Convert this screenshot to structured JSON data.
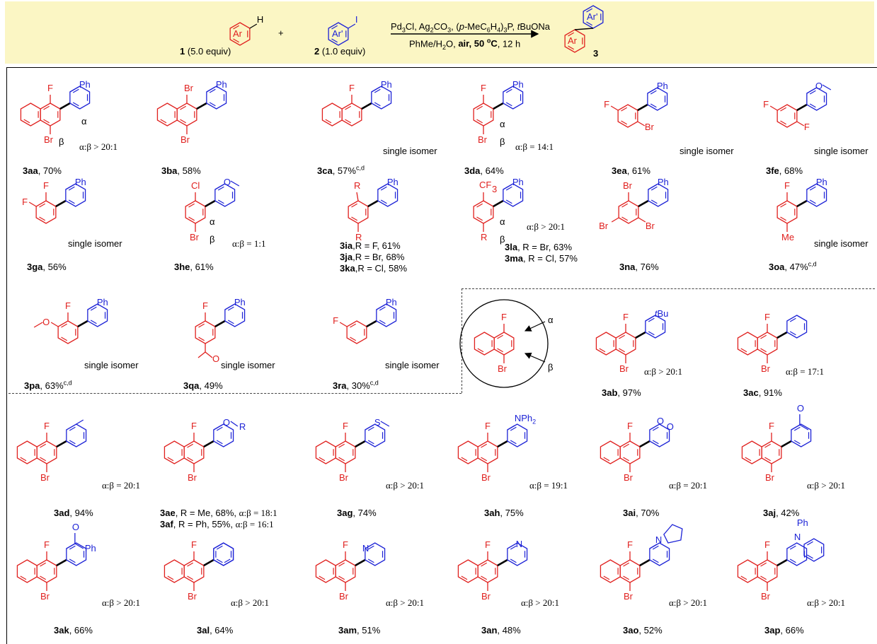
{
  "colors": {
    "reactant_ar": "#e0201e",
    "reactant_arp": "#1c22d6",
    "header_bg": "#fbf6c4",
    "text": "#000000"
  },
  "header": {
    "ar": "Ar",
    "arp": "Ar'",
    "H": "H",
    "I": "I",
    "plus": "+",
    "r1": {
      "num": "1",
      "equiv": "(5.0 equiv)"
    },
    "r2": {
      "num": "2",
      "equiv": "(1.0 equiv)"
    },
    "product": "3",
    "cond1": {
      "a": "Pd",
      "b": "3",
      "c": "Cl, Ag",
      "d": "2",
      "e": "CO",
      "f": "3",
      "g": ", (",
      "h": "p",
      "i": "-MeC",
      "j": "6",
      "k": "H",
      "l": "4",
      "m": ")",
      "n": "3",
      "o": "P, ",
      "p": "t",
      "q": "BuONa"
    },
    "cond2": {
      "a": "PhMe/H",
      "b": "2",
      "c": "O, ",
      "d": "air, 50 ",
      "e": "o",
      "f": "C",
      ", 12 h": "",
      "g": ", 12 h"
    }
  },
  "labels": {
    "alpha": "α",
    "beta": "β",
    "F": "F",
    "Br": "Br",
    "Cl": "Cl",
    "CF": "CF",
    "three": "3",
    "R": "R",
    "Ph": "Ph",
    "Me": "Me",
    "O": "O",
    "S": "S",
    "N": "N",
    "NPh": "NPh",
    "two": "2",
    "tBu_t": "t",
    "tBu": "Bu",
    "single": "single isomer"
  },
  "compounds": {
    "c3aa": {
      "id": "3aa",
      "yield": ", 70%",
      "ratio": "α:β > 20:1"
    },
    "c3ba": {
      "id": "3ba",
      "yield": ", 58%"
    },
    "c3ca": {
      "id": "3ca",
      "yield": ", 57%",
      "sup": "c,d",
      "note": "single isomer"
    },
    "c3da": {
      "id": "3da",
      "yield": ", 64%",
      "ratio": "α:β = 14:1"
    },
    "c3ea": {
      "id": "3ea",
      "yield": ", 61%",
      "note": "single isomer"
    },
    "c3fe": {
      "id": "3fe",
      "yield": ", 68%",
      "note": "single isomer"
    },
    "c3ga": {
      "id": "3ga",
      "yield": ", 56%",
      "note": "single isomer"
    },
    "c3he": {
      "id": "3he",
      "yield": ", 61%",
      "ratio": "α:β = 1:1"
    },
    "c3ia": {
      "id": "3ia",
      "text": ",R = F, 61%"
    },
    "c3ja": {
      "id": "3ja",
      "text": ",R = Br, 68%"
    },
    "c3ka": {
      "id": "3ka",
      "text": ",R = Cl, 58%"
    },
    "c3la": {
      "id": "3la",
      "text": ", R = Br, 63%",
      "ratio": "α:β > 20:1"
    },
    "c3ma": {
      "id": "3ma",
      "text": ", R = Cl, 57%"
    },
    "c3na": {
      "id": "3na",
      "yield": ", 76%"
    },
    "c3oa": {
      "id": "3oa",
      "yield": ", 47%",
      "sup": "c,d",
      "note": "single isomer"
    },
    "c3pa": {
      "id": "3pa",
      "yield": ", 63%",
      "sup": "c,d",
      "note": "single isomer"
    },
    "c3qa": {
      "id": "3qa",
      "yield": ", 49%",
      "note": "single isomer"
    },
    "c3ra": {
      "id": "3ra",
      "yield": ", 30%",
      "sup": "c,d",
      "note": "single isomer"
    },
    "c3ab": {
      "id": "3ab",
      "yield": ", 97%",
      "ratio": "α:β > 20:1"
    },
    "c3ac": {
      "id": "3ac",
      "yield": ", 91%",
      "ratio": "α:β = 17:1"
    },
    "c3ad": {
      "id": "3ad",
      "yield": ", 94%",
      "ratio": "α:β = 20:1"
    },
    "c3ae": {
      "id": "3ae",
      "text": ", R = Me, 68%, ",
      "ratio": "α:β = 18:1"
    },
    "c3af": {
      "id": "3af",
      "text": ", R = Ph, 55%, ",
      "ratio": "α:β = 16:1"
    },
    "c3ag": {
      "id": "3ag",
      "yield": ", 74%",
      "ratio": "α:β > 20:1"
    },
    "c3ah": {
      "id": "3ah",
      "yield": ", 75%",
      "ratio": "α:β = 19:1"
    },
    "c3ai": {
      "id": "3ai",
      "yield": ", 70%",
      "ratio": "α:β = 20:1"
    },
    "c3aj": {
      "id": "3aj",
      "yield": ", 42%",
      "ratio": "α:β > 20:1"
    },
    "c3ak": {
      "id": "3ak",
      "yield": ", 66%",
      "ratio": "α:β > 20:1"
    },
    "c3al": {
      "id": "3al",
      "yield": ", 64%",
      "ratio": "α:β > 20:1"
    },
    "c3am": {
      "id": "3am",
      "yield": ", 51%",
      "ratio": "α:β > 20:1"
    },
    "c3an": {
      "id": "3an",
      "yield": ", 48%",
      "ratio": "α:β > 20:1"
    },
    "c3ao": {
      "id": "3ao",
      "yield": ", 52%",
      "ratio": "α:β > 20:1"
    },
    "c3ap": {
      "id": "3ap",
      "yield": ", 66%",
      "ratio": "α:β > 20:1"
    }
  }
}
